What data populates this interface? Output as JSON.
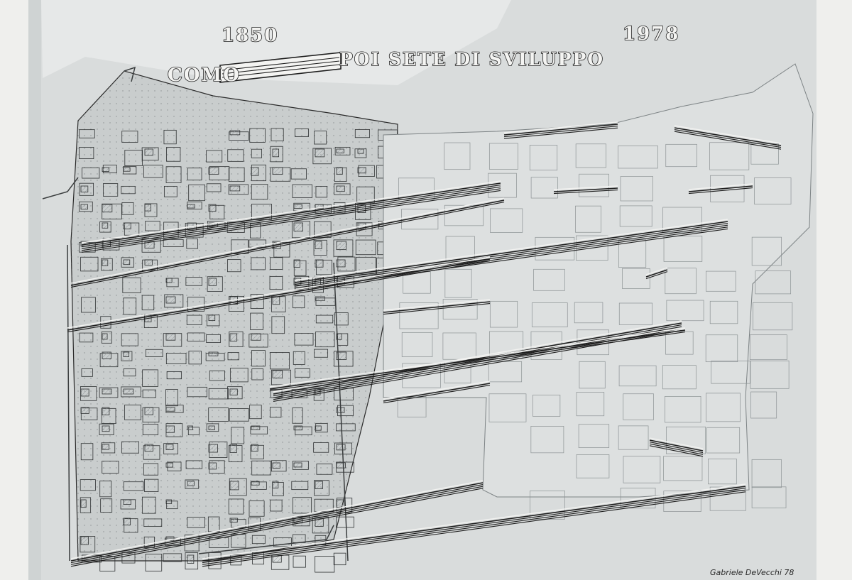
{
  "title": {
    "year_left": "1850",
    "year_right": "1978",
    "city": "COMO",
    "caption": "POI SETE DI SVILUPPO"
  },
  "signature": "Gabriele DeVecchi 78",
  "colors": {
    "paper": "#efefed",
    "print": "#d9dcdc",
    "ink": "#1e1e1e",
    "faint_ink": "#8a8f91"
  }
}
